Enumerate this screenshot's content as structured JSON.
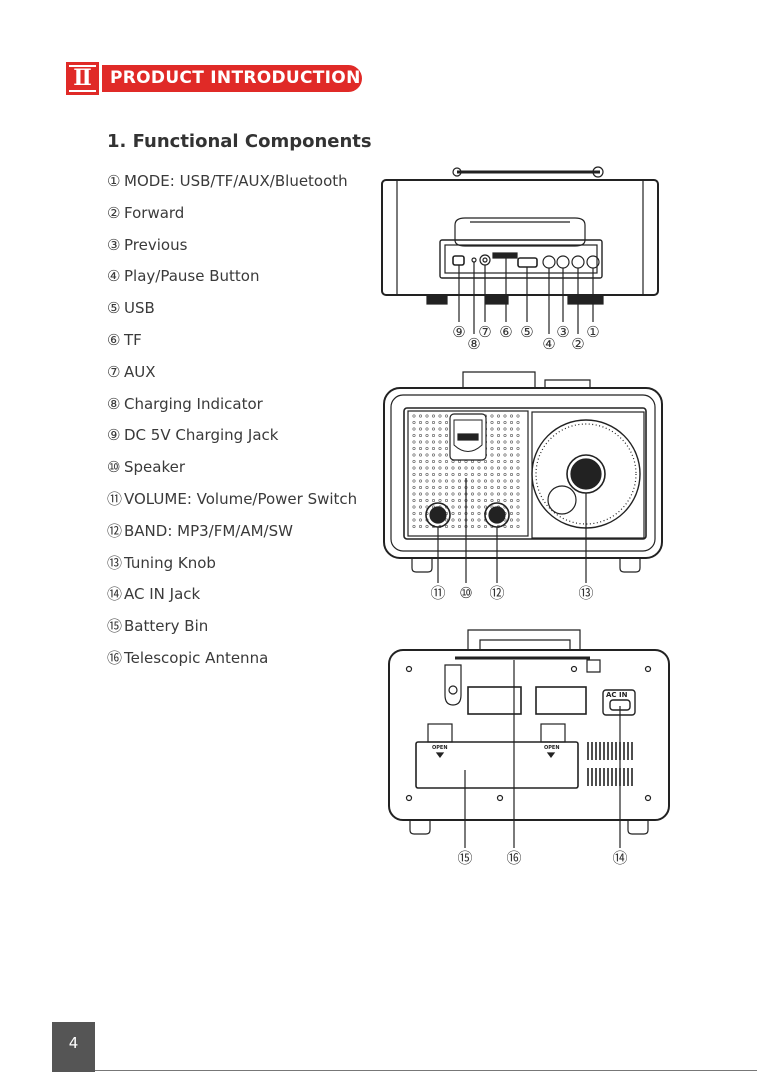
{
  "section": {
    "badge": "Ⅱ",
    "title": "PRODUCT INTRODUCTION",
    "accent_color": "#e02a27"
  },
  "heading": "1. Functional Components",
  "components": [
    {
      "num": "①",
      "label": "MODE: USB/TF/AUX/Bluetooth"
    },
    {
      "num": "②",
      "label": "Forward"
    },
    {
      "num": "③",
      "label": "Previous"
    },
    {
      "num": "④",
      "label": "Play/Pause Button"
    },
    {
      "num": "⑤",
      "label": "USB"
    },
    {
      "num": "⑥",
      "label": "TF"
    },
    {
      "num": "⑦",
      "label": "AUX"
    },
    {
      "num": "⑧",
      "label": "Charging Indicator"
    },
    {
      "num": "⑨",
      "label": "DC 5V Charging Jack"
    },
    {
      "num": "⑩",
      "label": "Speaker"
    },
    {
      "num": "⑪",
      "label": "VOLUME: Volume/Power Switch"
    },
    {
      "num": "⑫",
      "label": "BAND: MP3/FM/AM/SW"
    },
    {
      "num": "⑬",
      "label": "Tuning Knob"
    },
    {
      "num": "⑭",
      "label": "AC IN Jack"
    },
    {
      "num": "⑮",
      "label": "Battery Bin"
    },
    {
      "num": "⑯",
      "label": "Telescopic Antenna"
    }
  ],
  "diagram": {
    "top_callouts": [
      "⑨",
      "⑧",
      "⑦",
      "⑥",
      "⑤",
      "④",
      "③",
      "②",
      "①"
    ],
    "front_callouts": [
      "⑪",
      "⑩",
      "⑫",
      "⑬"
    ],
    "back_callouts": [
      "⑮",
      "⑯",
      "⑭"
    ],
    "ac_in_label": "AC IN",
    "open_label": "OPEN"
  },
  "page_number": "4"
}
